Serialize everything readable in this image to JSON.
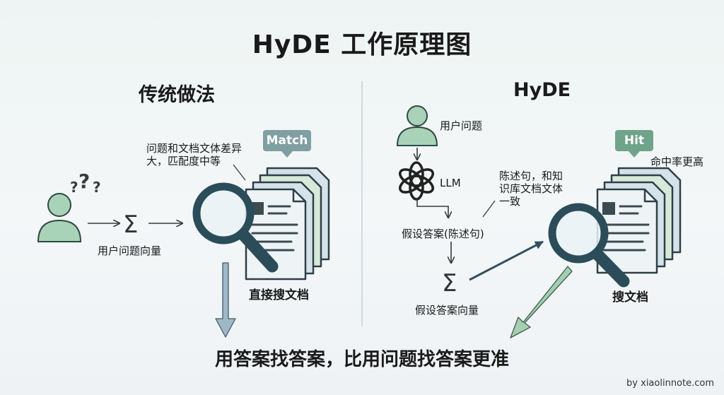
{
  "title": "HyDE 工作原理图",
  "left": {
    "heading": "传统做法",
    "note_line1": "问题和文档文体差异",
    "note_line2": "大，匹配度中等",
    "match_tag": "Match",
    "user_vector": "用户问题向量",
    "direct_search": "直接搜文档"
  },
  "right": {
    "heading": "HyDE",
    "user_question": "用户问题",
    "llm": "LLM",
    "note_line1": "陈述句，和知",
    "note_line2": "识库文档文体",
    "note_line3": "一致",
    "hypo_answer": "假设答案(陈述句)",
    "hypo_vector": "假设答案向量",
    "hit_tag": "Hit",
    "hit_rate": "命中率更高",
    "search_docs": "搜文档"
  },
  "conclusion": "用答案找答案，比用问题找答案更准",
  "credit": "by xiaolinnote.com",
  "colors": {
    "person": "#a9d3b8",
    "magnifier": "#2b4c59",
    "doc_green": "#d7e9d9",
    "doc_blue": "#d5e2ea",
    "arrow_blue": "#9eb8c8",
    "arrow_green": "#a4cfb2",
    "match": "#7f9fa3",
    "hit": "#6fa48a"
  }
}
